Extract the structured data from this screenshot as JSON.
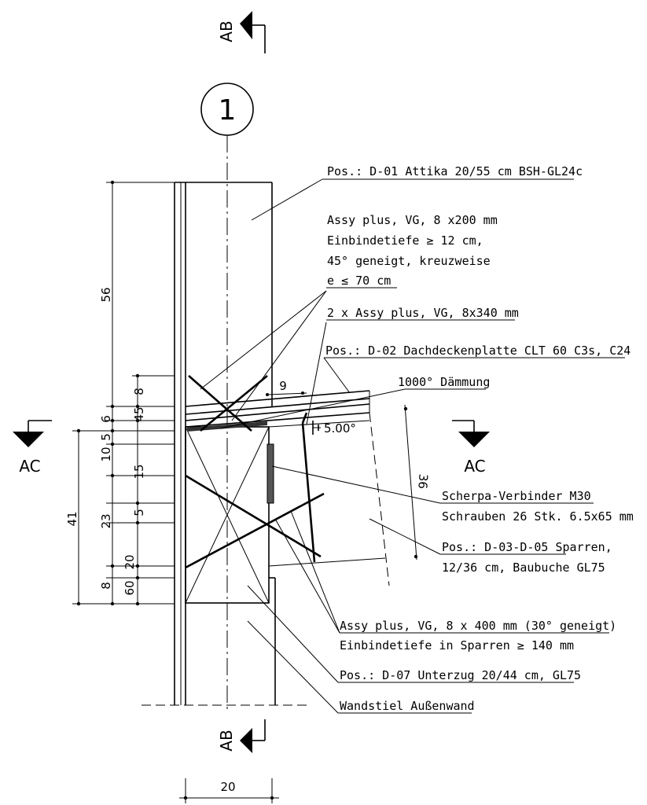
{
  "grid_axis": {
    "label": "1"
  },
  "section_markers": {
    "vertical": "AB",
    "horizontal": "AC"
  },
  "dimensions": {
    "left_outer": [
      "56",
      "8",
      "45",
      "6",
      "5",
      "10",
      "15",
      "23",
      "5",
      "20",
      "8",
      "60",
      "41"
    ],
    "bottom_width": "20",
    "rafter_depth": "36",
    "insulation_offset": "9",
    "roof_slope": "5.00°"
  },
  "annotations": [
    {
      "id": "attika",
      "text": "Pos.: D-01 Attika 20/55 cm BSH-GL24c"
    },
    {
      "id": "screw1",
      "lines": [
        "Assy plus, VG, 8 x200 mm",
        "Einbindetiefe ≥ 12 cm,",
        "45° geneigt, kreuzweise",
        "e ≤ 70 cm"
      ]
    },
    {
      "id": "screw2",
      "text": "2 x Assy plus, VG, 8x340 mm"
    },
    {
      "id": "clt",
      "text": "Pos.: D-02 Dachdeckenplatte CLT 60 C3s, C24"
    },
    {
      "id": "insulation",
      "text": "1000° Dämmung"
    },
    {
      "id": "scherpa",
      "lines": [
        "Scherpa-Verbinder M30",
        "Schrauben 26 Stk. 6.5x65 mm"
      ]
    },
    {
      "id": "rafter",
      "lines": [
        "Pos.: D-03-D-05 Sparren,",
        "12/36 cm, Baubuche GL75"
      ]
    },
    {
      "id": "screw3",
      "lines": [
        "Assy plus, VG, 8 x 400 mm (30° geneigt)",
        "Einbindetiefe in Sparren ≥ 140 mm"
      ]
    },
    {
      "id": "beam",
      "text": "Pos.: D-07 Unterzug 20/44 cm, GL75"
    },
    {
      "id": "stud",
      "text": "Wandstiel Außenwand"
    }
  ]
}
